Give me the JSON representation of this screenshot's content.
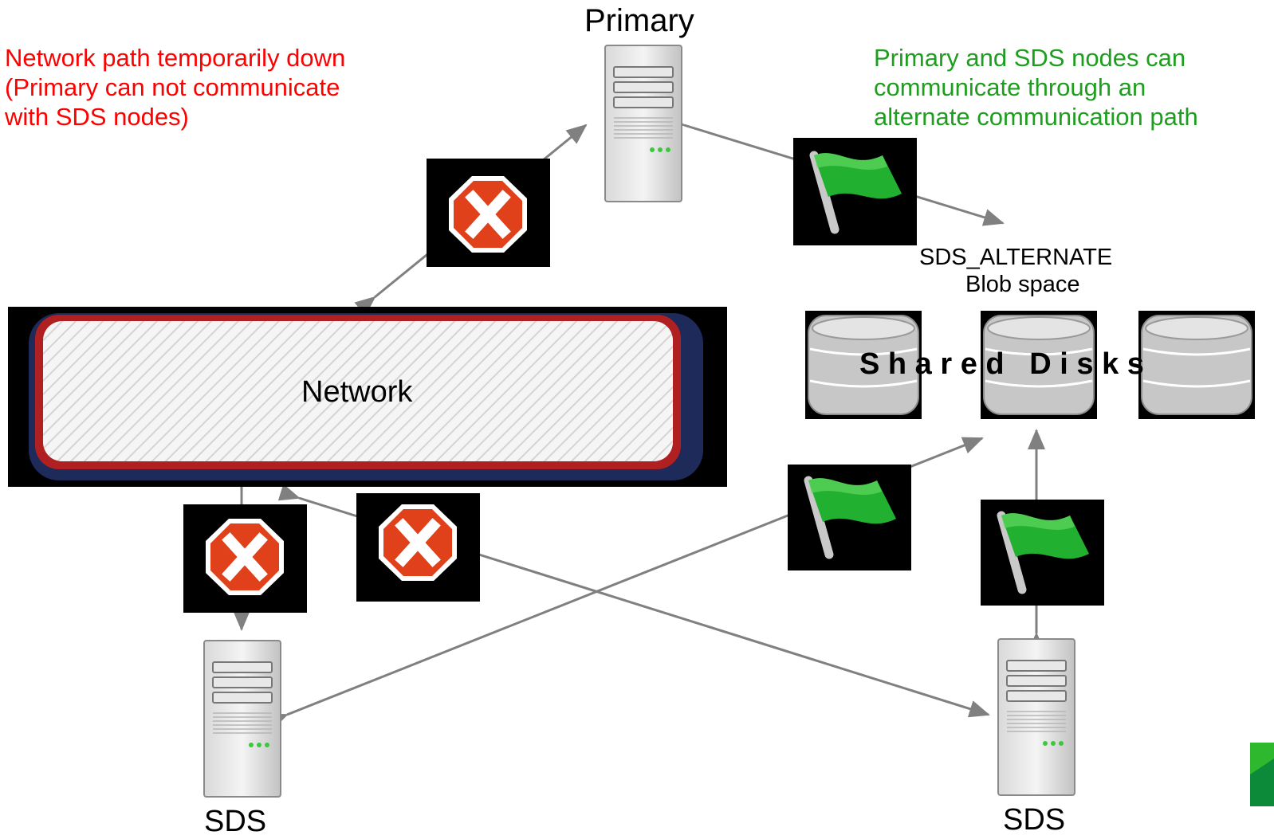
{
  "colors": {
    "warning_text": "#ff0000",
    "ok_text": "#1e9e1e",
    "arrow": "#808080",
    "network_outer": "#1e2a5a",
    "network_border": "#b02020",
    "stop_sign": "#e0401a",
    "flag_green": "#22b030"
  },
  "nodes": {
    "primary": {
      "label": "Primary",
      "icon": "server-icon"
    },
    "sds_left": {
      "label": "SDS",
      "icon": "server-icon"
    },
    "sds_right": {
      "label": "SDS",
      "icon": "server-icon"
    }
  },
  "network": {
    "label": "Network"
  },
  "blobspace": {
    "line1": "SDS_ALTERNATE",
    "line2": "Blob space"
  },
  "shared_disks": {
    "label": "S h a r e d   D i s k s",
    "icon": "database-icon"
  },
  "notes": {
    "failure": [
      "Network path temporarily down",
      "(Primary can not communicate",
      "with SDS nodes)"
    ],
    "alternate": [
      "Primary and SDS nodes can",
      "communicate through an",
      "alternate communication path"
    ]
  },
  "markers": {
    "failed_link": "stop-x-icon",
    "working_link": "green-flag-icon"
  }
}
